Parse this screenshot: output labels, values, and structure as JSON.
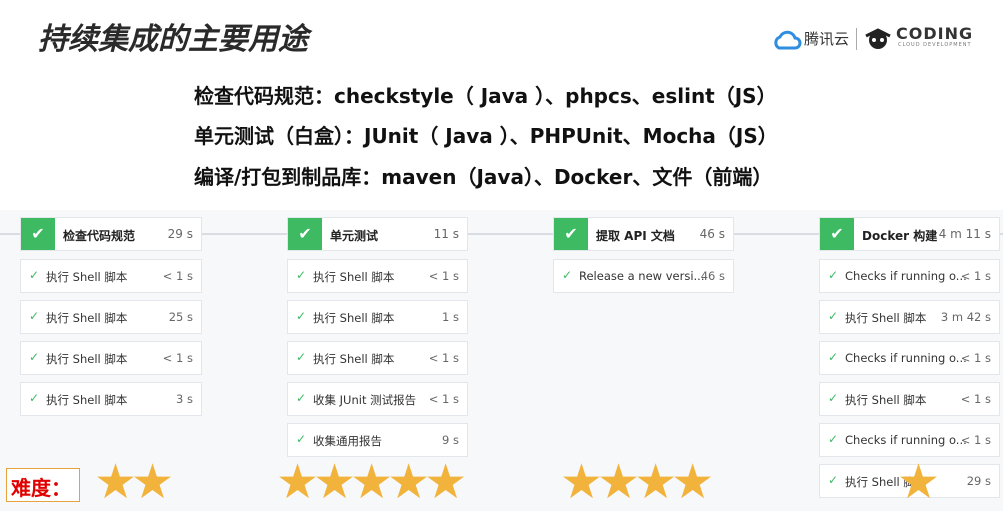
{
  "slide": {
    "title": "持续集成的主要用途",
    "logos": {
      "tencent_label": "腾讯云",
      "coding_label": "CODING",
      "coding_sub": "CLOUD DEVELOPMENT"
    }
  },
  "bullets": [
    "检查代码规范：checkstyle（ Java ）、phpcs、eslint（JS）",
    "单元测试（白盒）：JUnit（ Java ）、PHPUnit、Mocha（JS）",
    "编译/打包到制品库：maven（Java）、Docker、文件（前端）"
  ],
  "pipeline": {
    "stages": [
      {
        "name": "检查代码规范",
        "time": "29 s",
        "jobs": [
          {
            "name": "执行 Shell 脚本",
            "time": "< 1 s"
          },
          {
            "name": "执行 Shell 脚本",
            "time": "25 s"
          },
          {
            "name": "执行 Shell 脚本",
            "time": "< 1 s"
          },
          {
            "name": "执行 Shell 脚本",
            "time": "3 s"
          }
        ]
      },
      {
        "name": "单元测试",
        "time": "11 s",
        "jobs": [
          {
            "name": "执行 Shell 脚本",
            "time": "< 1 s"
          },
          {
            "name": "执行 Shell 脚本",
            "time": "1 s"
          },
          {
            "name": "执行 Shell 脚本",
            "time": "< 1 s"
          },
          {
            "name": "收集 JUnit 测试报告",
            "time": "< 1 s"
          },
          {
            "name": "收集通用报告",
            "time": "9 s"
          }
        ]
      },
      {
        "name": "提取 API 文档",
        "time": "46 s",
        "jobs": [
          {
            "name": "Release a new versi...",
            "time": "46 s"
          }
        ]
      },
      {
        "name": "Docker 构建",
        "time": "4 m 11 s",
        "jobs": [
          {
            "name": "Checks if running o...",
            "time": "< 1 s"
          },
          {
            "name": "执行 Shell 脚本",
            "time": "3 m 42 s"
          },
          {
            "name": "Checks if running o...",
            "time": "< 1 s"
          },
          {
            "name": "执行 Shell 脚本",
            "time": "< 1 s"
          },
          {
            "name": "Checks if running o...",
            "time": "< 1 s"
          },
          {
            "name": "执行 Shell 脚本",
            "time": "29 s"
          }
        ]
      }
    ]
  },
  "difficulty": {
    "label": "难度：",
    "ratings": [
      2,
      5,
      4,
      1
    ],
    "star_glyph": "★",
    "colors": {
      "star": "#f2b33d",
      "success": "#3dba62",
      "label": "#e00000"
    }
  },
  "icons": {
    "check": "✔",
    "job_check": "✓"
  }
}
